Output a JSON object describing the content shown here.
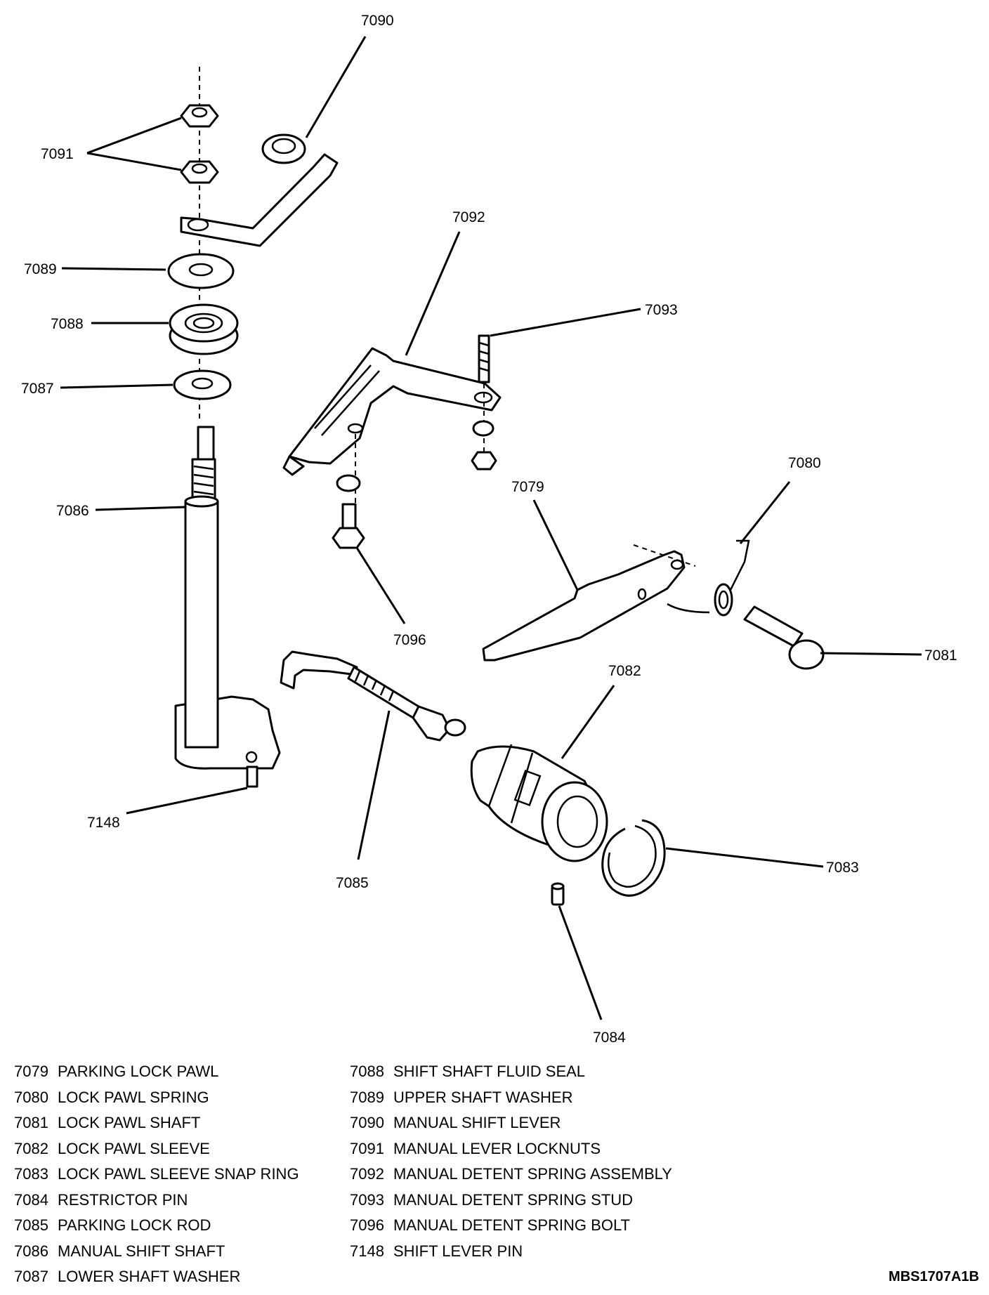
{
  "callouts": {
    "c7090": "7090",
    "c7091": "7091",
    "c7089": "7089",
    "c7088": "7088",
    "c7087": "7087",
    "c7086": "7086",
    "c7148": "7148",
    "c7092": "7092",
    "c7093": "7093",
    "c7096": "7096",
    "c7079": "7079",
    "c7080": "7080",
    "c7081": "7081",
    "c7082": "7082",
    "c7085": "7085",
    "c7083": "7083",
    "c7084": "7084"
  },
  "legend": {
    "left": [
      {
        "num": "7079",
        "text": "PARKING LOCK PAWL"
      },
      {
        "num": "7080",
        "text": "LOCK PAWL SPRING"
      },
      {
        "num": "7081",
        "text": "LOCK PAWL SHAFT"
      },
      {
        "num": "7082",
        "text": "LOCK PAWL SLEEVE"
      },
      {
        "num": "7083",
        "text": "LOCK PAWL SLEEVE SNAP RING"
      },
      {
        "num": "7084",
        "text": "RESTRICTOR PIN"
      },
      {
        "num": "7085",
        "text": "PARKING LOCK ROD"
      },
      {
        "num": "7086",
        "text": "MANUAL SHIFT SHAFT"
      },
      {
        "num": "7087",
        "text": "LOWER SHAFT WASHER"
      }
    ],
    "right": [
      {
        "num": "7088",
        "text": "SHIFT SHAFT FLUID SEAL"
      },
      {
        "num": "7089",
        "text": "UPPER SHAFT WASHER"
      },
      {
        "num": "7090",
        "text": "MANUAL SHIFT LEVER"
      },
      {
        "num": "7091",
        "text": "MANUAL LEVER LOCKNUTS"
      },
      {
        "num": "7092",
        "text": "MANUAL DETENT SPRING ASSEMBLY"
      },
      {
        "num": "7093",
        "text": "MANUAL DETENT SPRING STUD"
      },
      {
        "num": "7096",
        "text": "MANUAL DETENT SPRING BOLT"
      },
      {
        "num": "7148",
        "text": "SHIFT LEVER PIN"
      }
    ]
  },
  "figure_code": "MBS1707A1B"
}
